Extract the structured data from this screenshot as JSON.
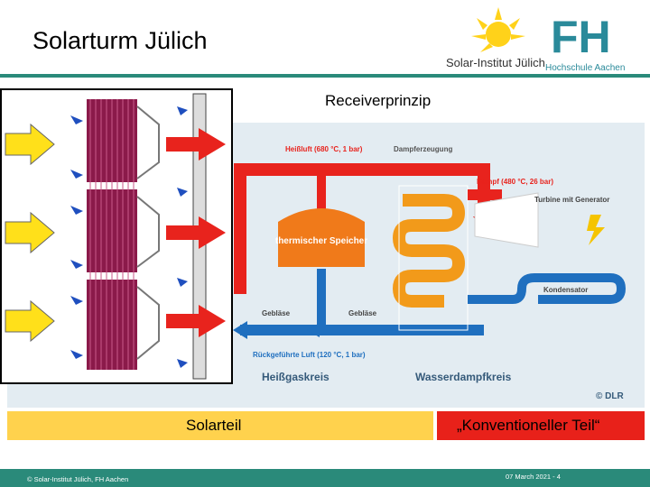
{
  "header": {
    "title": "Solarturm Jülich",
    "institute_logo_text": "Solar-Institut Jülich",
    "fh_logo_text": "Hochschule Aachen",
    "fh_mark": "FH"
  },
  "slide": {
    "subtitle": "Receiverprinzip",
    "left_label": "Solarteil",
    "right_label": "„Konventioneller Teil“"
  },
  "diagram": {
    "hot_air": "Heißluft (680 °C, 1 bar)",
    "steam_gen": "Dampferzeugung",
    "steam": "Dampf (480 °C, 26 bar)",
    "turbine": "Turbine mit Generator",
    "storage": "thermischer Speicher",
    "condenser": "Kondensator",
    "blower1": "Gebläse",
    "blower2": "Gebläse",
    "return_air": "Rückgeführte Luft (120 °C, 1 bar)",
    "hot_gas_loop": "Heißgaskreis",
    "steam_loop": "Wasserdampfkreis",
    "copyright": "© DLR"
  },
  "footer": {
    "left": "© Solar-Institut Jülich, FH Aachen",
    "right": "07 March 2021 - 4"
  },
  "colors": {
    "accent": "#2a8a7a",
    "solar_bar": "#ffd24d",
    "conventional_bar": "#e8211a"
  }
}
